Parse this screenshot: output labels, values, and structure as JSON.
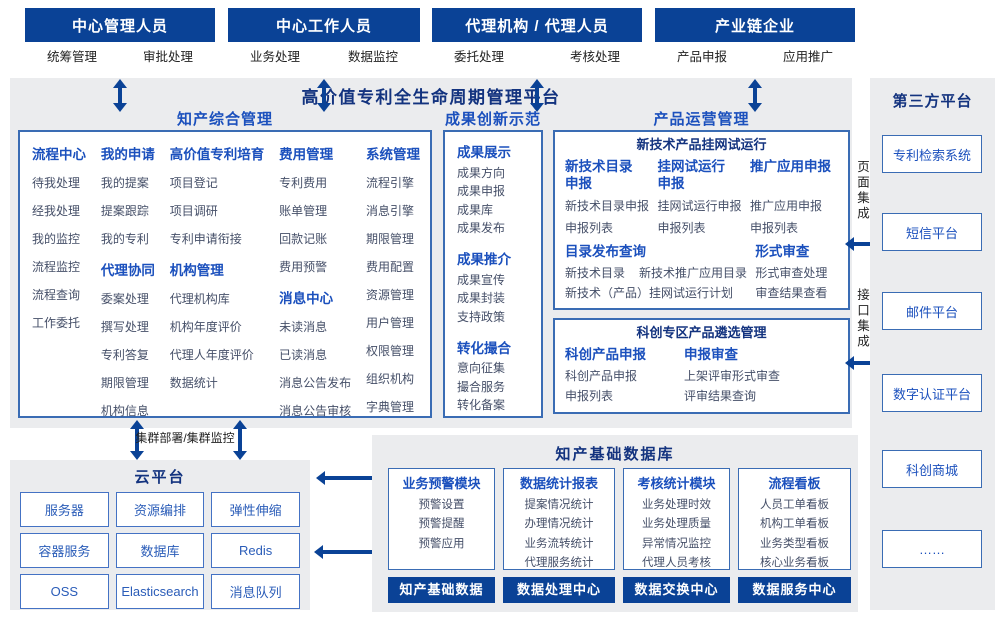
{
  "colors": {
    "navy": "#0a4296",
    "bright_blue": "#1b50bd",
    "dark_navy_title": "#13337f",
    "item_text": "#454f68",
    "panel_bg": "#ebecee",
    "box_border": "#3a6cb4"
  },
  "top_roles": [
    {
      "title": "中心管理人员",
      "left_label": "统筹管理",
      "right_label": "审批处理"
    },
    {
      "title": "中心工作人员",
      "left_label": "业务处理",
      "right_label": "数据监控"
    },
    {
      "title": "代理机构 / 代理人员",
      "left_label": "委托处理",
      "right_label": "考核处理"
    },
    {
      "title": "产业链企业",
      "left_label": "产品申报",
      "right_label": "应用推广"
    }
  ],
  "platform": {
    "title": "高价值专利全生命周期管理平台",
    "ip_mgmt": {
      "title": "知产综合管理",
      "columns": [
        {
          "groups": [
            {
              "header": "流程中心",
              "items": [
                "待我处理",
                "经我处理",
                "我的监控",
                "流程监控",
                "流程查询",
                "工作委托"
              ]
            }
          ]
        },
        {
          "groups": [
            {
              "header": "我的申请",
              "items": [
                "我的提案",
                "提案跟踪",
                "我的专利"
              ]
            },
            {
              "header": "代理协同",
              "items": [
                "委案处理",
                "撰写处理",
                "专利答复",
                "期限管理",
                "机构信息"
              ]
            }
          ]
        },
        {
          "groups": [
            {
              "header": "高价值专利培育",
              "items": [
                "项目登记",
                "项目调研",
                "专利申请衔接"
              ]
            },
            {
              "header": "机构管理",
              "items": [
                "代理机构库",
                "机构年度评价",
                "代理人年度评价",
                "数据统计"
              ]
            }
          ]
        },
        {
          "groups": [
            {
              "header": "费用管理",
              "items": [
                "专利费用",
                "账单管理",
                "回款记账",
                "费用预警"
              ]
            },
            {
              "header": "消息中心",
              "items": [
                "未读消息",
                "已读消息",
                "消息公告发布",
                "消息公告审核"
              ]
            }
          ]
        },
        {
          "groups": [
            {
              "header": "系统管理",
              "items": [
                "流程引擎",
                "消息引擎",
                "期限管理",
                "费用配置",
                "资源管理",
                "用户管理",
                "权限管理",
                "组织机构",
                "字典管理"
              ]
            }
          ]
        }
      ]
    },
    "achievements": {
      "title": "成果创新示范",
      "groups": [
        {
          "header": "成果展示",
          "items": [
            "成果方向",
            "成果申报",
            "成果库",
            "成果发布"
          ]
        },
        {
          "header": "成果推介",
          "items": [
            "成果宣传",
            "成果封装",
            "支持政策"
          ]
        },
        {
          "header": "转化撮合",
          "items": [
            "意向征集",
            "撮合服务",
            "转化备案"
          ]
        }
      ]
    },
    "product_ops": {
      "title": "产品运营管理",
      "grid_trial": {
        "title": "新技术产品挂网试运行",
        "columns": [
          {
            "header": "新技术目录申报",
            "items": [
              "新技术目录申报",
              "申报列表"
            ]
          },
          {
            "header": "挂网试运行申报",
            "items": [
              "挂网试运行申报",
              "申报列表"
            ]
          },
          {
            "header": "推广应用申报",
            "items": [
              "推广应用申报",
              "申报列表"
            ]
          }
        ],
        "catalog": {
          "header": "目录发布查询",
          "items": [
            "新技术目录",
            "新技术推广应用目录",
            "新技术（产品）挂网试运行计划"
          ]
        },
        "review": {
          "header": "形式审查",
          "items": [
            "形式审查处理",
            "审查结果查看"
          ]
        }
      },
      "sci_zone": {
        "title": "科创专区产品遴选管理",
        "columns": [
          {
            "header": "科创产品申报",
            "items": [
              "科创产品申报",
              "申报列表"
            ]
          },
          {
            "header": "申报审查",
            "items": [
              "上架评审形式审查",
              "评审结果查询"
            ]
          }
        ]
      }
    }
  },
  "integration": {
    "page_label": "页面集成",
    "api_label": "接口集成"
  },
  "third_party": {
    "title": "第三方平台",
    "boxes": [
      "专利检索系统",
      "短信平台",
      "邮件平台",
      "数字认证平台",
      "科创商城",
      "……"
    ]
  },
  "cluster": {
    "label": "集群部署/集群监控"
  },
  "cloud": {
    "title": "云平台",
    "boxes": [
      "服务器",
      "资源编排",
      "弹性伸缩",
      "容器服务",
      "数据库",
      "Redis",
      "OSS",
      "Elasticsearch",
      "消息队列"
    ]
  },
  "data_platform": {
    "title": "知产基础数据库",
    "modules": [
      {
        "header": "业务预警模块",
        "items": [
          "预警设置",
          "预警提醒",
          "预警应用"
        ],
        "footer": "知产基础数据"
      },
      {
        "header": "数据统计报表",
        "items": [
          "提案情况统计",
          "办理情况统计",
          "业务流转统计",
          "代理服务统计"
        ],
        "footer": "数据处理中心"
      },
      {
        "header": "考核统计模块",
        "items": [
          "业务处理时效",
          "业务处理质量",
          "异常情况监控",
          "代理人员考核"
        ],
        "footer": "数据交换中心"
      },
      {
        "header": "流程看板",
        "items": [
          "人员工单看板",
          "机构工单看板",
          "业务类型看板",
          "核心业务看板"
        ],
        "footer": "数据服务中心"
      }
    ]
  }
}
